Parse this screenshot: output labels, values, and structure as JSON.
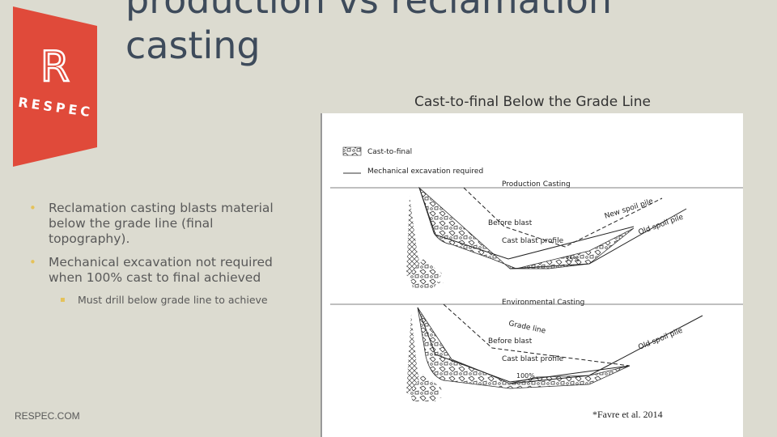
{
  "slide": {
    "title_line1": "production vs reclamation",
    "title_line2": "casting",
    "brand": "RESPEC",
    "logo_letter": "R",
    "figure_caption": "Cast-to-final Below the Grade Line",
    "bullets": [
      "Reclamation casting blasts material below the grade line (final topography).",
      "Mechanical excavation not required when 100% cast to final achieved"
    ],
    "sub_bullets": [
      "Must drill below grade line to achieve"
    ],
    "footer": "RESPEC.COM",
    "citation": "*Favre et al. 2014",
    "colors": {
      "background": "#dcdbd0",
      "logo_red": "#e04a3a",
      "title": "#3e4b5b",
      "bullet_marker": "#e5c25a"
    }
  },
  "figure": {
    "legend": [
      "Cast-to-final",
      "Mechanical excavation required"
    ],
    "panel1": {
      "title": "Production Casting",
      "labels": [
        "New spoil pile",
        "Old spoil pile",
        "Before blast",
        "Cast blast profile"
      ],
      "percent": "35%"
    },
    "panel2": {
      "title": "Environmental Casting",
      "labels": [
        "Grade line",
        "Old spoil pile",
        "Before blast",
        "Cast blast profile"
      ],
      "percent": "100%"
    }
  }
}
